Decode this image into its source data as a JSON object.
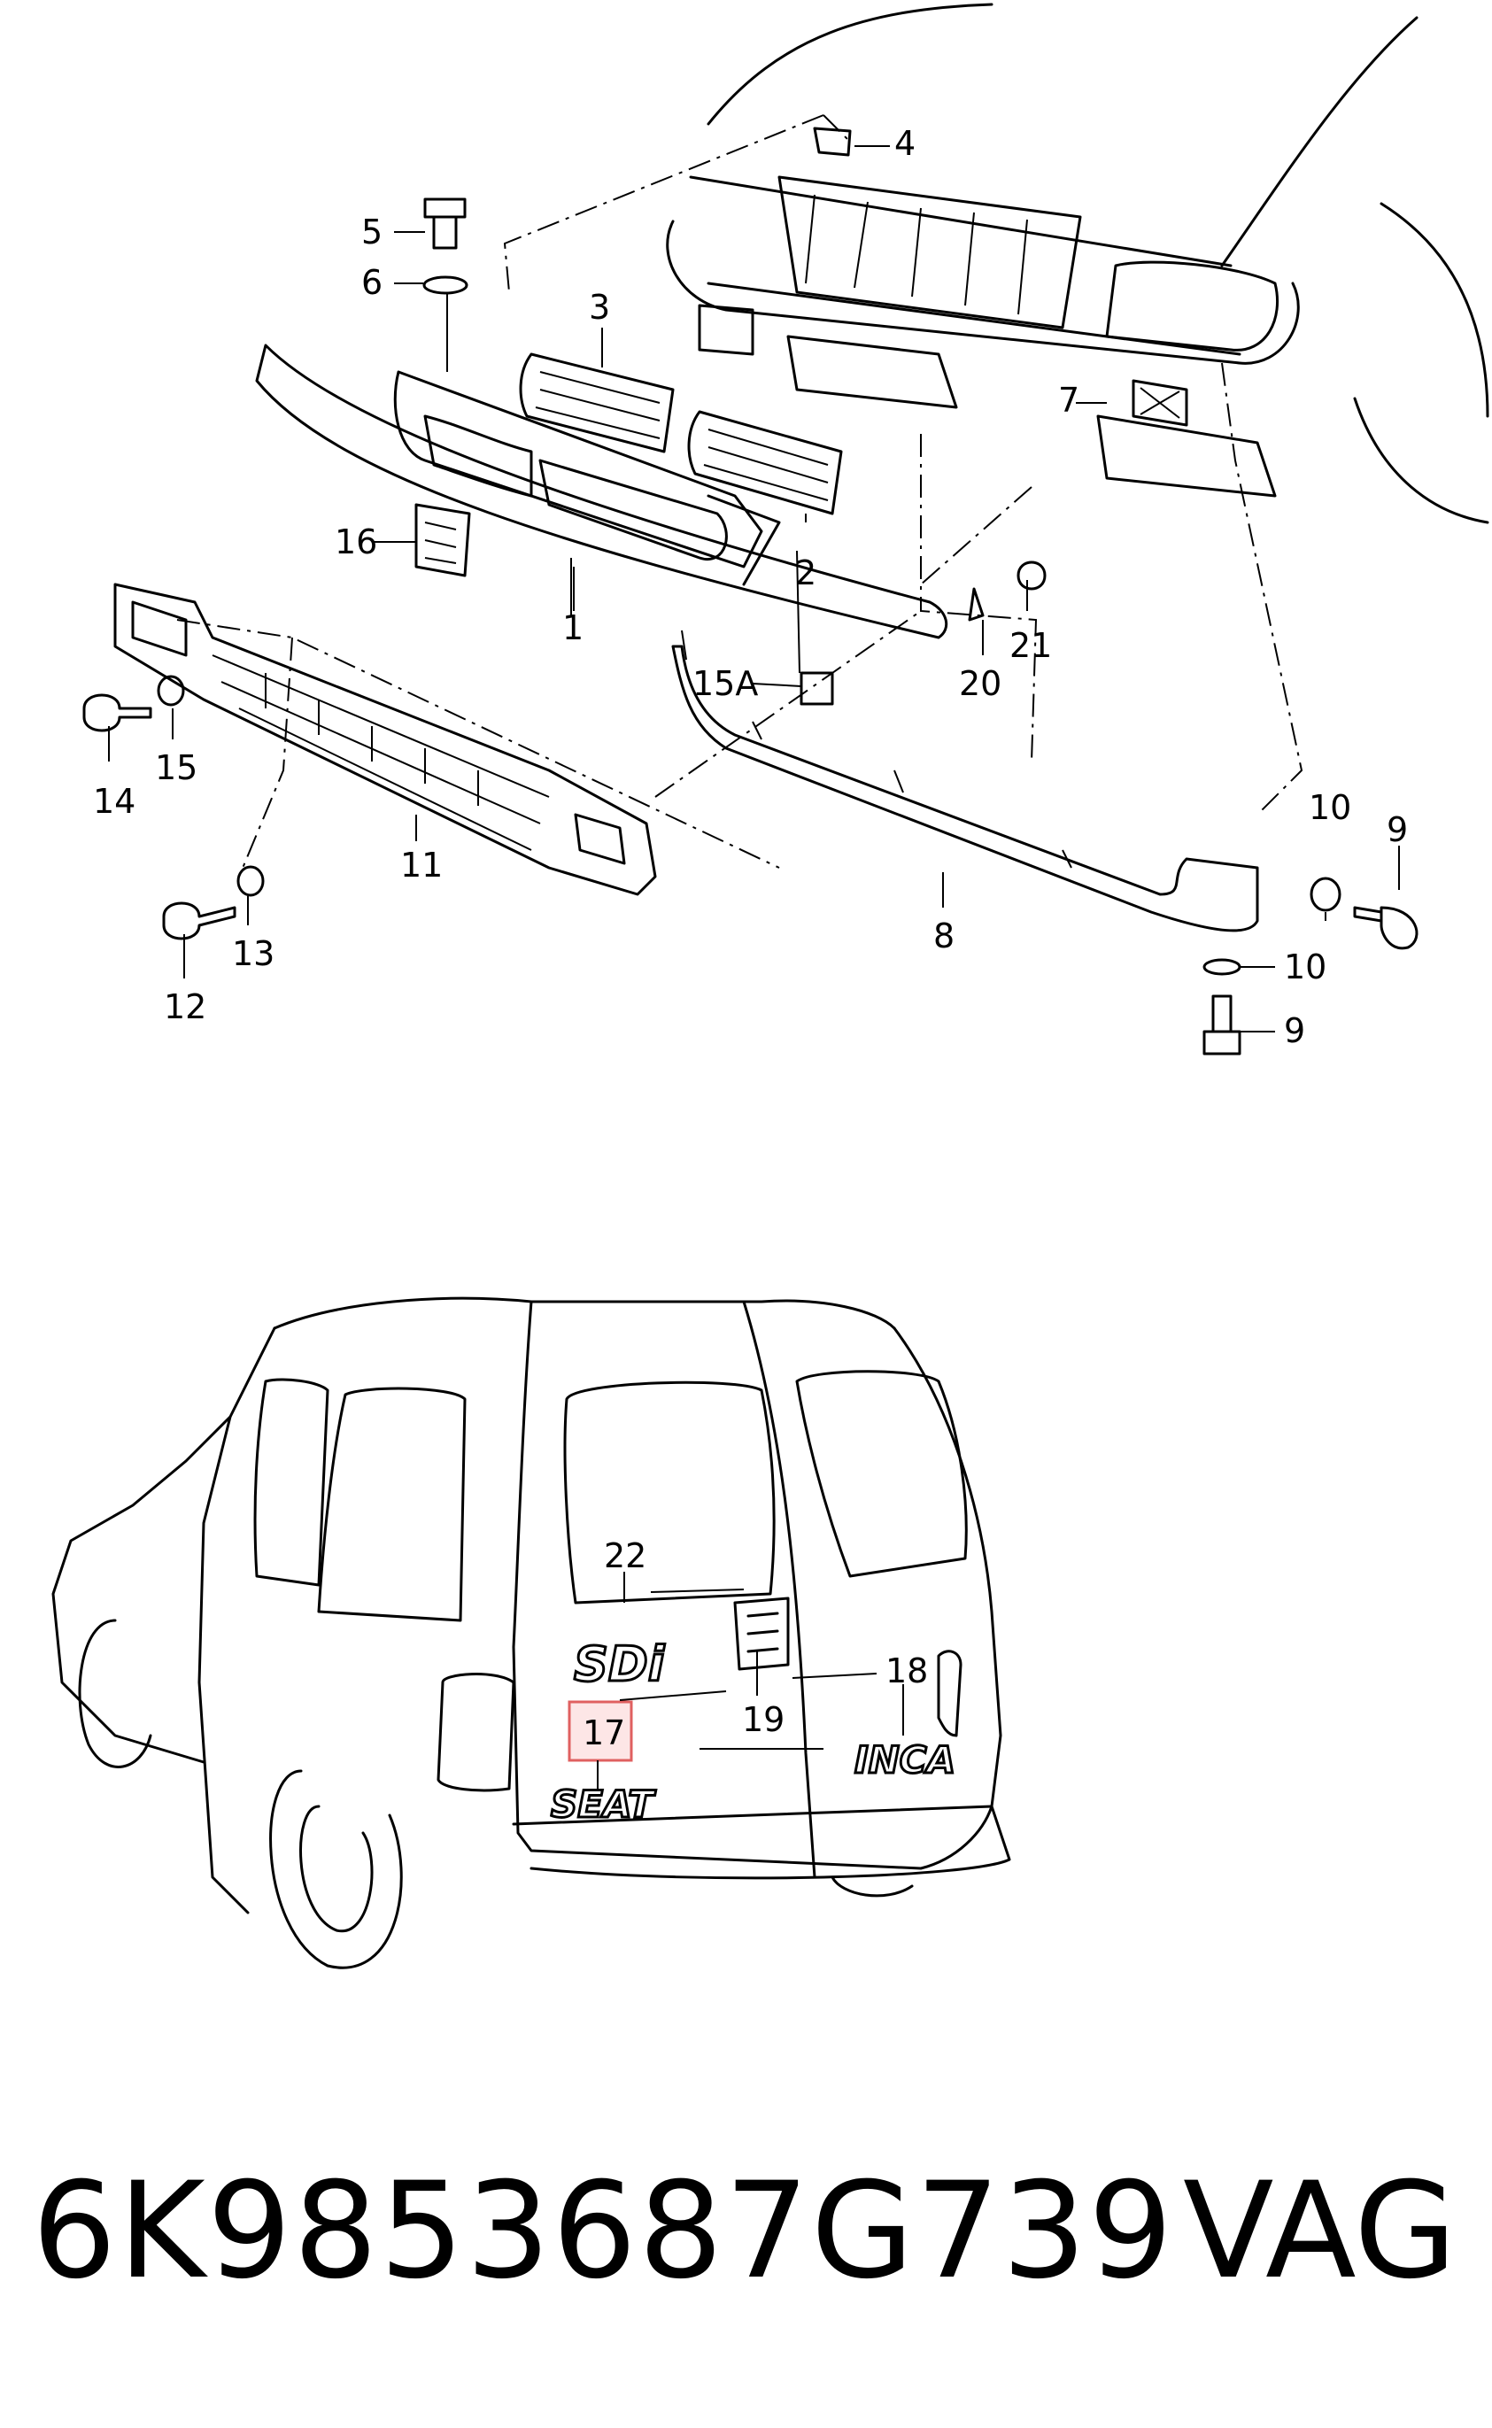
{
  "callouts": {
    "c1": "1",
    "c2": "2",
    "c3": "3",
    "c4": "4",
    "c5": "5",
    "c6": "6",
    "c7": "7",
    "c8": "8",
    "c9a": "9",
    "c9b": "9",
    "c10a": "10",
    "c10b": "10",
    "c11": "11",
    "c12": "12",
    "c13": "13",
    "c14": "14",
    "c15": "15",
    "c15a": "15A",
    "c16": "16",
    "c17": "17",
    "c18": "18",
    "c19": "19",
    "c20": "20",
    "c21": "21",
    "c22": "22"
  },
  "badges": {
    "sdi": "SDi",
    "inca": "INCA",
    "seat": "SEAT"
  },
  "footer": {
    "part_number": "6K9853687G739",
    "brand": "VAG"
  },
  "highlight_color": "#e06060"
}
